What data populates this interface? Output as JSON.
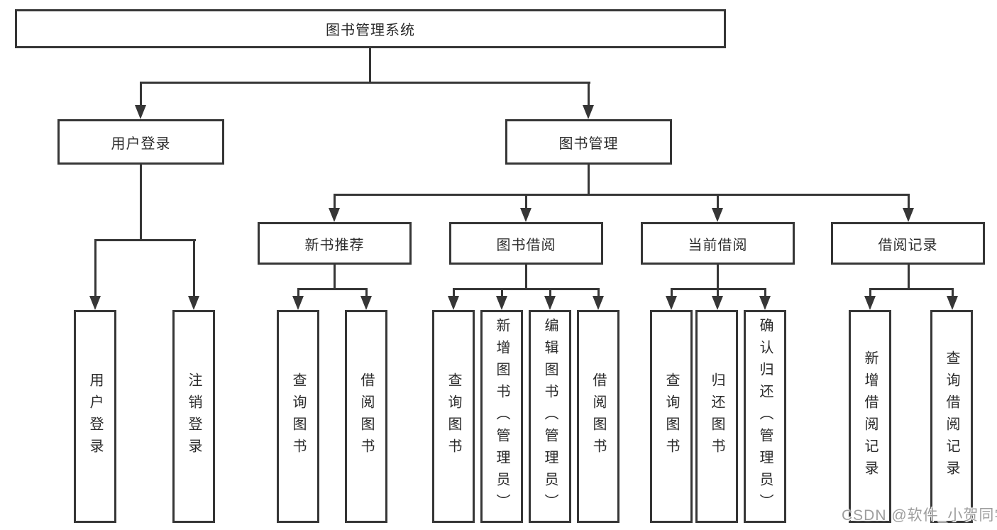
{
  "diagram": {
    "title": "图书管理系统",
    "boxes": {
      "root": "图书管理系统",
      "level2": [
        "用户登录",
        "图书管理"
      ],
      "level3": [
        "新书推荐",
        "图书借阅",
        "当前借阅",
        "借阅记录"
      ],
      "leaves": [
        "用户登录",
        "注销登录",
        "查询图书",
        "借阅图书",
        "查询图书",
        "新增图书（管理员）",
        "编辑图书（管理员）",
        "借阅图书",
        "查询图书",
        "归还图书",
        "确认归还（管理员）",
        "新增借阅记录",
        "查询借阅记录"
      ]
    },
    "colors": {
      "line": "#363636",
      "text": "#2b2b2b",
      "watermark": "#9e9e9e",
      "background": "#ffffff"
    }
  },
  "watermark": {
    "text": "CSDN @软件_小贺同学"
  }
}
